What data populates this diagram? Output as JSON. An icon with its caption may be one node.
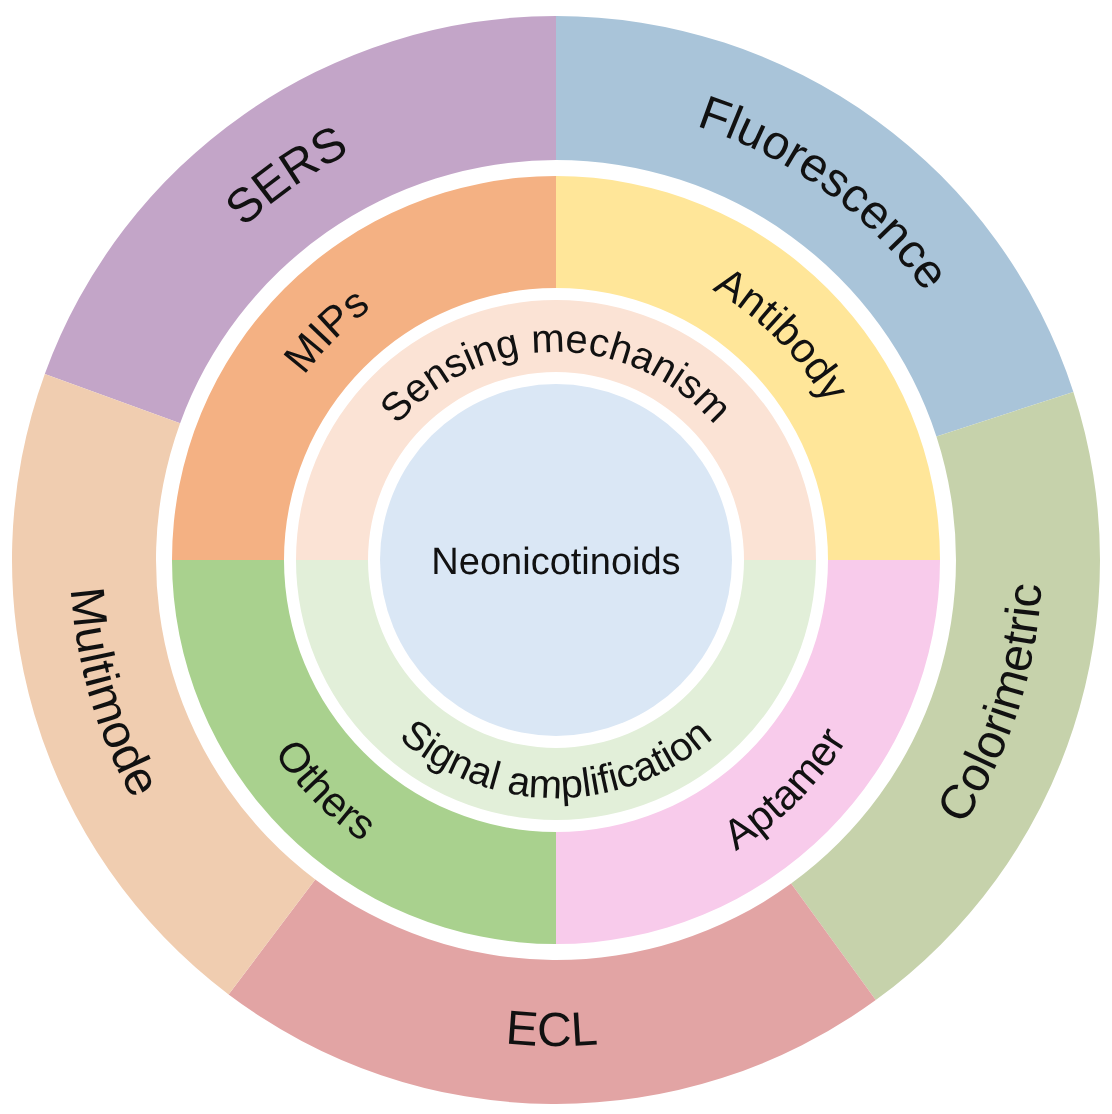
{
  "diagram": {
    "nodes": [
      {
        "text": [
          "Neonicotinoids"
        ]
      },
      {
        "text": [
          "Sensing mechanism"
        ]
      },
      {
        "text": [
          "Signal amplification"
        ]
      },
      {
        "text": [
          "MIPs"
        ]
      },
      {
        "text": [
          "Antibody"
        ]
      },
      {
        "text": [
          "Aptamer"
        ]
      },
      {
        "text": [
          "Others"
        ]
      },
      {
        "text": [
          "SERS"
        ]
      },
      {
        "text": [
          "Fluorescence"
        ]
      },
      {
        "text": [
          "Colorimetric"
        ]
      },
      {
        "text": [
          "ECL"
        ]
      },
      {
        "text": [
          "Multimode"
        ]
      }
    ]
  }
}
